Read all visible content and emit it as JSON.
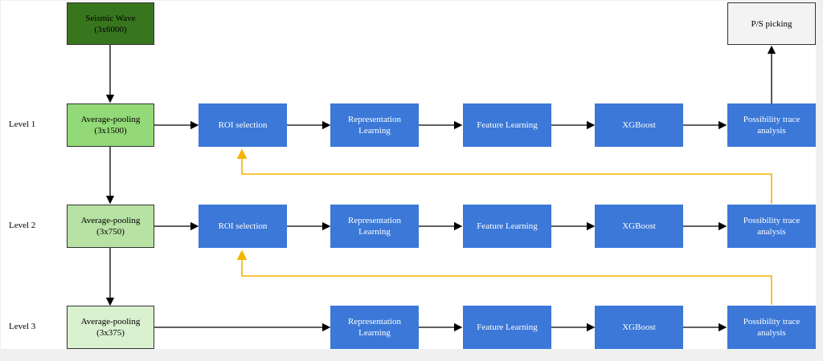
{
  "source": {
    "title": "Seismic Wave",
    "size": "(3x6000)"
  },
  "output": {
    "label": "P/S picking"
  },
  "levels": [
    {
      "label": "Level 1",
      "pool": {
        "title": "Average-pooling",
        "size": "(3x1500)"
      }
    },
    {
      "label": "Level 2",
      "pool": {
        "title": "Average-pooling",
        "size": "(3x750)"
      }
    },
    {
      "label": "Level 3",
      "pool": {
        "title": "Average-pooling",
        "size": "(3x375)"
      }
    }
  ],
  "steps": {
    "roi": "ROI selection",
    "repr": "Representation\nLearning",
    "feat": "Feature Learning",
    "xgb": "XGBoost",
    "trace": "Possibility trace\nanalysis"
  },
  "colors": {
    "block": "#3b78d8",
    "feedback": "#f4b400",
    "source": "#38761d"
  }
}
